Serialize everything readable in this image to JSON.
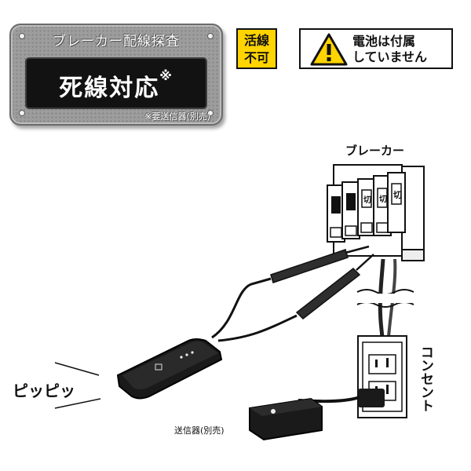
{
  "panel": {
    "title": "ブレーカー配線探査",
    "main": "死線対応",
    "main_mark": "※",
    "note": "※要送信器(別売)"
  },
  "badge": {
    "line1": "活線",
    "line2": "不可"
  },
  "warning": {
    "icon": "warning-triangle-icon",
    "line1": "電池は付属",
    "line2": "していません"
  },
  "labels": {
    "breaker": "ブレーカー",
    "outlet": "コンセント",
    "sound": "ピッピッ",
    "transmitter": "送信器(別売)",
    "breaker_switch": "切"
  },
  "colors": {
    "accent": "#ffd400",
    "device": "#1a1a1a",
    "panel": "#9d9d9d"
  }
}
